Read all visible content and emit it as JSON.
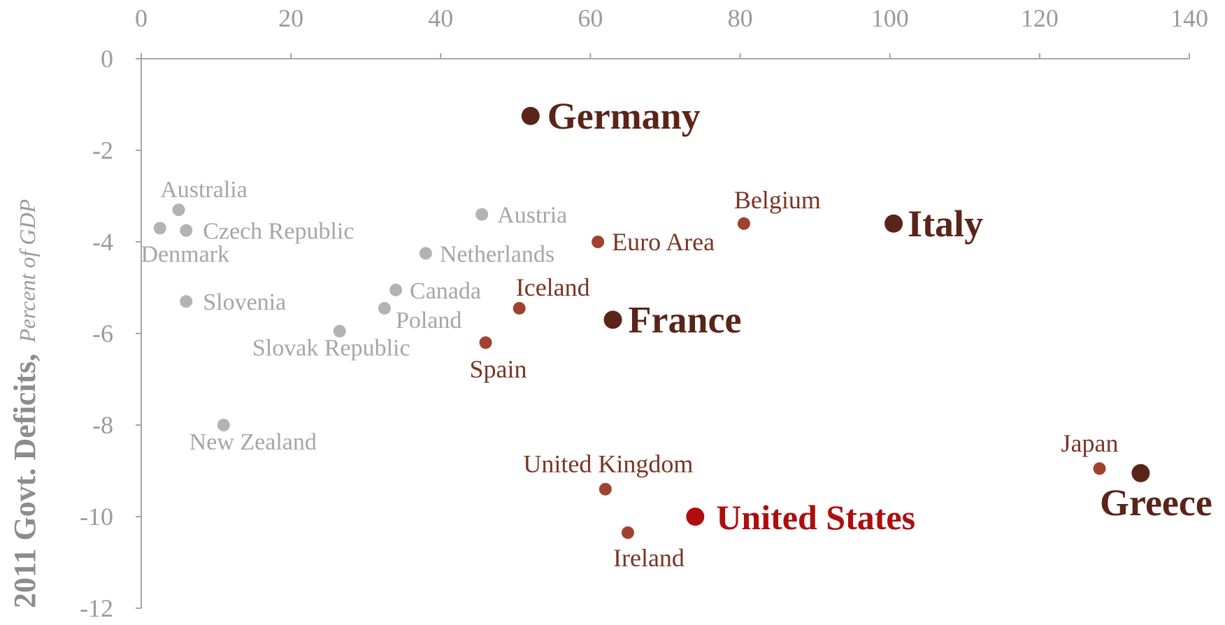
{
  "chart_data": {
    "type": "scatter",
    "title": "",
    "xlabel": "",
    "ylabel": "2011 Govt. Deficits,",
    "ylabel_note": "Percent of GDP",
    "xlim": [
      0,
      140
    ],
    "ylim": [
      -12,
      0
    ],
    "xticks": [
      0,
      20,
      40,
      60,
      80,
      100,
      120,
      140
    ],
    "yticks": [
      0,
      -2,
      -4,
      -6,
      -8,
      -10,
      -12
    ],
    "x_axis_position": "top",
    "grid": false,
    "legend": "none",
    "colors": {
      "gray": "#b3b3b3",
      "gray_text": "#a6a6a6",
      "brown": "#a0432e",
      "brown_text": "#7a3424",
      "dark": "#5a2418",
      "red": "#b00d0d",
      "axis": "#a6a6a6"
    },
    "points": [
      {
        "name": "Australia",
        "x": 5,
        "y": -3.3,
        "group": "gray"
      },
      {
        "name": "Denmark",
        "x": 2.5,
        "y": -3.7,
        "group": "gray"
      },
      {
        "name": "Czech Republic",
        "x": 6,
        "y": -3.75,
        "group": "gray"
      },
      {
        "name": "Slovenia",
        "x": 6,
        "y": -5.3,
        "group": "gray"
      },
      {
        "name": "New Zealand",
        "x": 11,
        "y": -8.0,
        "group": "gray"
      },
      {
        "name": "Slovak Republic",
        "x": 26.5,
        "y": -5.95,
        "group": "gray"
      },
      {
        "name": "Poland",
        "x": 32.5,
        "y": -5.45,
        "group": "gray"
      },
      {
        "name": "Canada",
        "x": 34,
        "y": -5.05,
        "group": "gray"
      },
      {
        "name": "Netherlands",
        "x": 38,
        "y": -4.25,
        "group": "gray"
      },
      {
        "name": "Austria",
        "x": 45.5,
        "y": -3.4,
        "group": "gray"
      },
      {
        "name": "Germany",
        "x": 52,
        "y": -1.25,
        "group": "dark"
      },
      {
        "name": "Spain",
        "x": 46,
        "y": -6.2,
        "group": "brown"
      },
      {
        "name": "Iceland",
        "x": 50.5,
        "y": -5.45,
        "group": "brown"
      },
      {
        "name": "Euro Area",
        "x": 61,
        "y": -4.0,
        "group": "brown"
      },
      {
        "name": "France",
        "x": 63,
        "y": -5.7,
        "group": "dark"
      },
      {
        "name": "United Kingdom",
        "x": 62,
        "y": -9.4,
        "group": "brown"
      },
      {
        "name": "Ireland",
        "x": 65,
        "y": -10.35,
        "group": "brown"
      },
      {
        "name": "United States",
        "x": 74,
        "y": -10.0,
        "group": "red"
      },
      {
        "name": "Belgium",
        "x": 80.5,
        "y": -3.6,
        "group": "brown"
      },
      {
        "name": "Italy",
        "x": 100.5,
        "y": -3.6,
        "group": "dark"
      },
      {
        "name": "Japan",
        "x": 128,
        "y": -8.95,
        "group": "brown"
      },
      {
        "name": "Greece",
        "x": 133.5,
        "y": -9.05,
        "group": "dark"
      }
    ]
  }
}
